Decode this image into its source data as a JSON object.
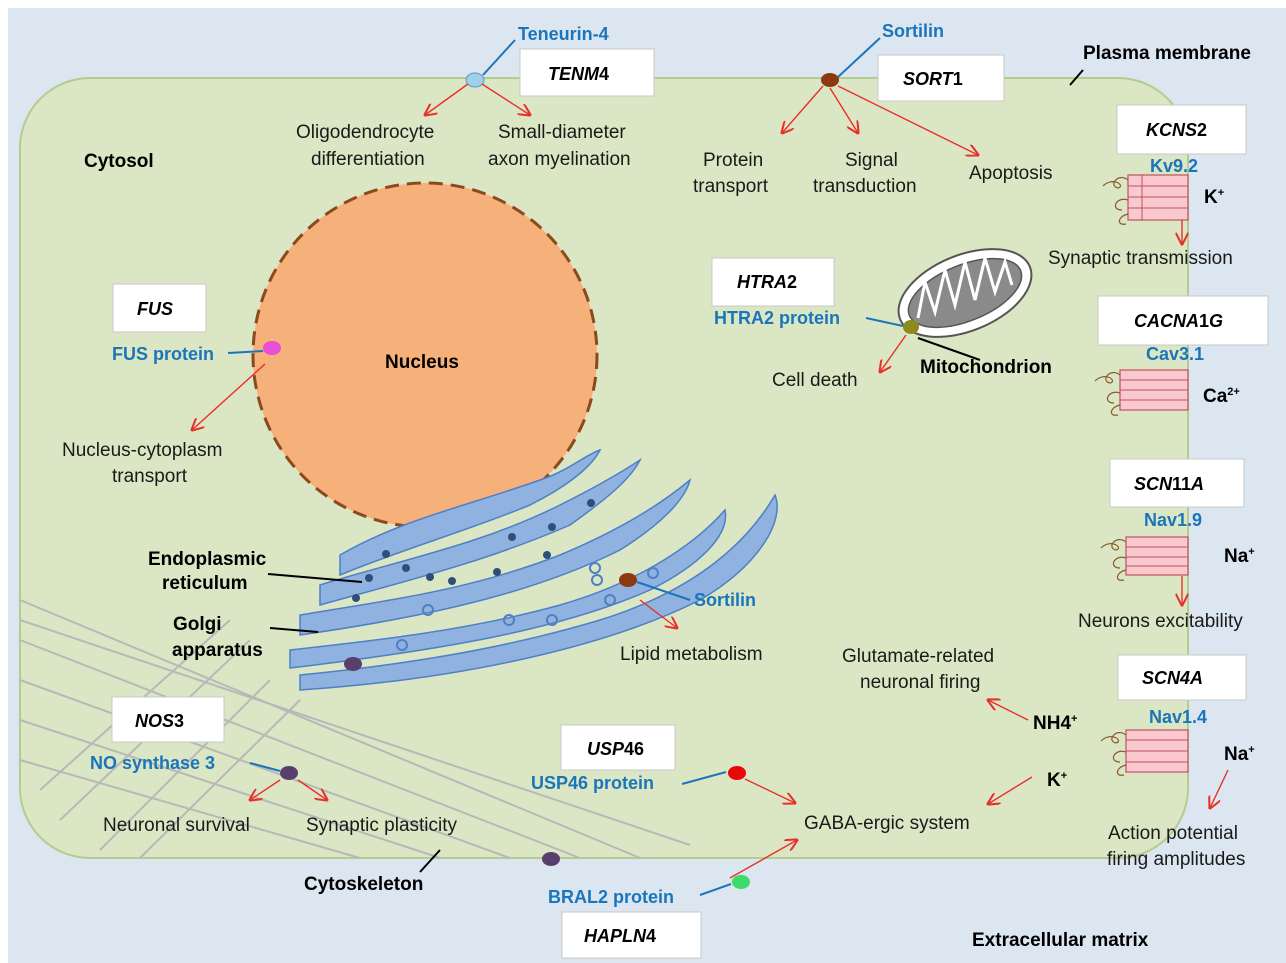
{
  "labels": {
    "plasma_membrane": "Plasma membrane",
    "cytosol": "Cytosol",
    "nucleus": "Nucleus",
    "er_line1": "Endoplasmic",
    "er_line2": "reticulum",
    "golgi_line1": "Golgi",
    "golgi_line2": "apparatus",
    "mitochondrion": "Mitochondrion",
    "cytoskeleton": "Cytoskeleton",
    "extracellular_matrix": "Extracellular matrix"
  },
  "tenm4": {
    "protein": "Teneurin-4",
    "gene_italic": "TENM",
    "gene_suffix": "4",
    "effect1_line1": "Oligodendrocyte",
    "effect1_line2": "differentiation",
    "effect2_line1": "Small-diameter",
    "effect2_line2": "axon myelination"
  },
  "sort1": {
    "protein": "Sortilin",
    "gene_italic": "SORT",
    "gene_suffix": "1",
    "effect1_line1": "Protein",
    "effect1_line2": "transport",
    "effect2_line1": "Signal",
    "effect2_line2": "transduction",
    "effect3": "Apoptosis",
    "golgi_protein": "Sortilin",
    "golgi_effect": "Lipid metabolism"
  },
  "fus": {
    "gene_italic": "FUS",
    "protein": "FUS protein",
    "effect_line1": "Nucleus-cytoplasm",
    "effect_line2": "transport"
  },
  "htra2": {
    "gene_italic": "HTRA",
    "gene_suffix": "2",
    "protein": "HTRA2 protein",
    "effect": "Cell death"
  },
  "kcns2": {
    "gene_italic": "KCNS",
    "gene_suffix": "2",
    "protein": "Kv9.2",
    "ion": "K",
    "ion_charge": "+",
    "effect": "Synaptic transmission"
  },
  "cacna1g": {
    "gene_italic": "CACNA",
    "gene_mid": "1",
    "gene_italic2": "G",
    "protein": "Cav3.1",
    "ion": "Ca",
    "ion_charge": "2+"
  },
  "scn11a": {
    "gene_italic": "SCN",
    "gene_mid": "11",
    "gene_italic2": "A",
    "protein": "Nav1.9",
    "ion": "Na",
    "ion_charge": "+",
    "effect": "Neurons excitability"
  },
  "scn4a": {
    "gene_italic": "SCN4A",
    "protein": "Nav1.4",
    "ion": "Na",
    "ion_charge": "+",
    "effect_line1": "Action potential",
    "effect_line2": "firing amplitudes",
    "nh4": "NH4",
    "nh4_charge": "+",
    "k": "K",
    "k_charge": "+",
    "glut_line1": "Glutamate-related",
    "glut_line2": "neuronal firing"
  },
  "nos3": {
    "gene_italic": "NOS",
    "gene_suffix": "3",
    "protein": "NO synthase 3",
    "effect1": "Neuronal survival",
    "effect2": "Synaptic plasticity"
  },
  "usp46": {
    "gene_italic": "USP",
    "gene_suffix": "46",
    "protein": "USP46 protein",
    "effect": "GABA-ergic system"
  },
  "hapln4": {
    "gene_italic": "HAPLN",
    "gene_suffix": "4",
    "protein": "BRAL2 protein"
  },
  "colors": {
    "background": "#dce6f0",
    "cell_fill": "#dbe6c4",
    "cell_border": "#b5cc8e",
    "nucleus_fill": "#f6b07a",
    "nucleus_border": "#8b4a1e",
    "er_fill": "#8fb2e0",
    "protein_label": "#1b75bb",
    "arrow": "#e8302a"
  }
}
